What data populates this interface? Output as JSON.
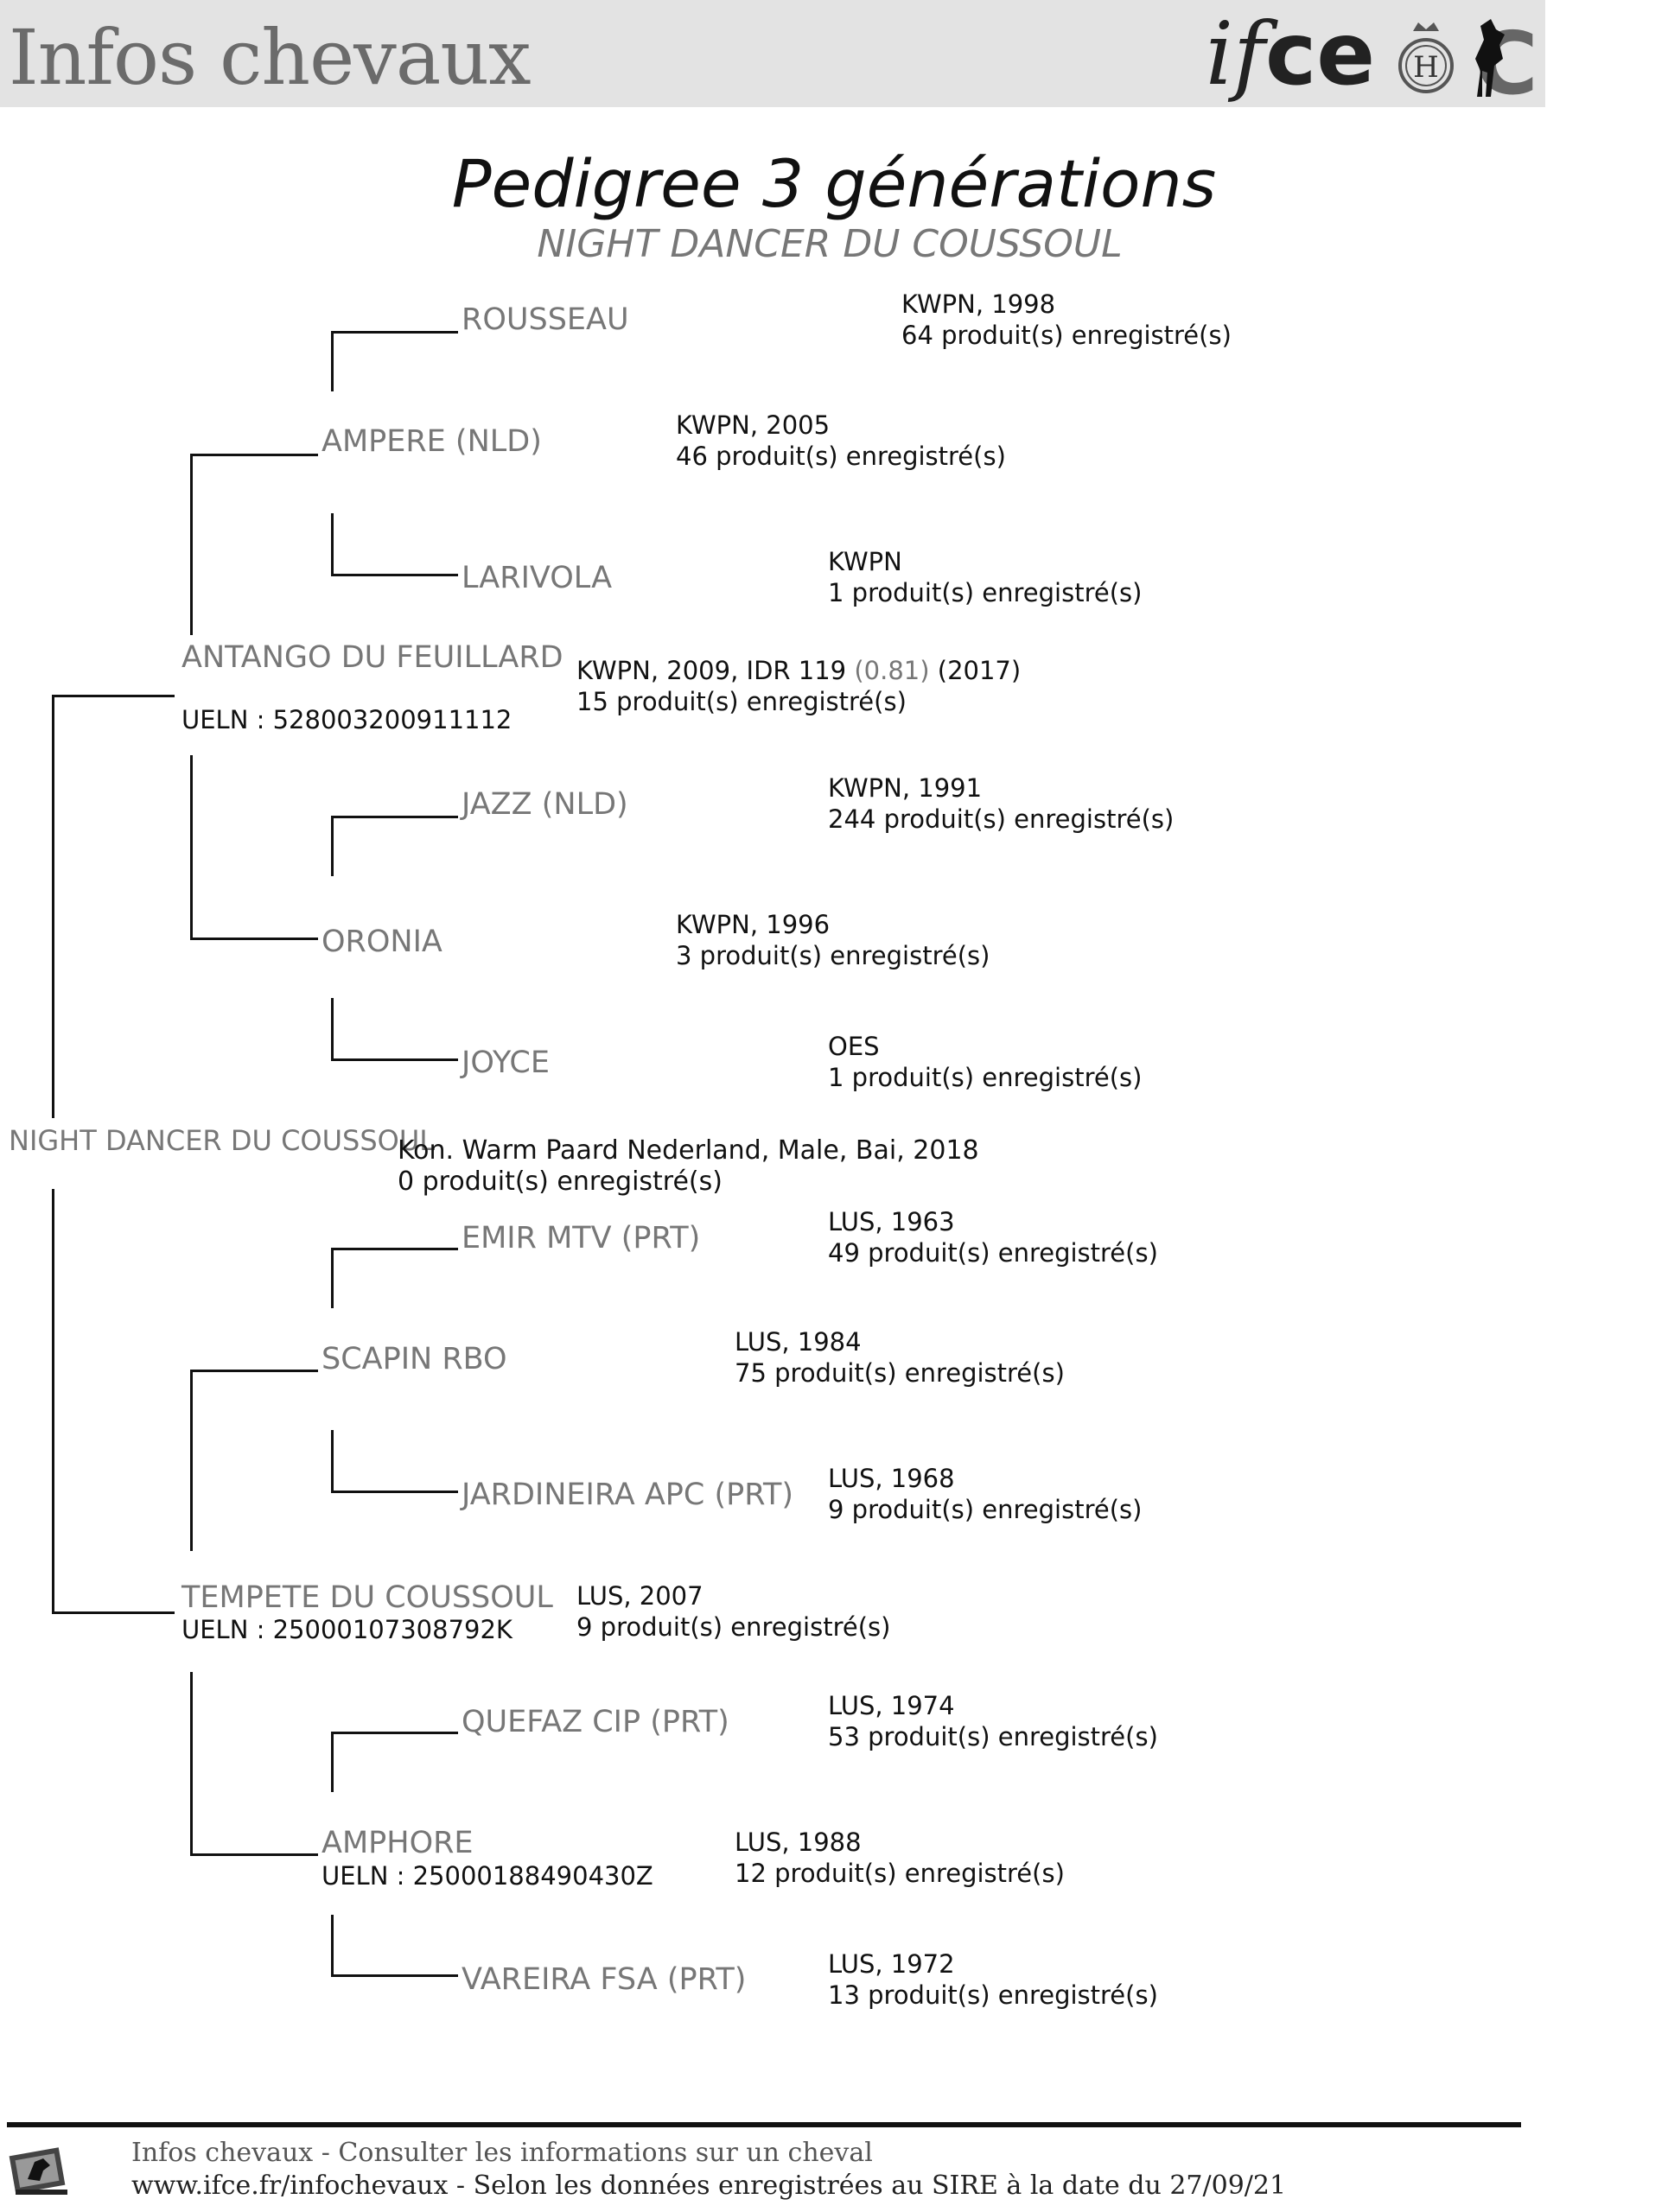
{
  "header": {
    "site_title": "Infos chevaux",
    "logo_text_prefix": "if",
    "logo_text_suffix": "ce",
    "logo_seal_letter": "H",
    "logo_mark_letter": "C"
  },
  "page": {
    "title": "Pedigree 3 générations",
    "subtitle": "NIGHT DANCER DU COUSSOUL"
  },
  "subject": {
    "name": "NIGHT DANCER DU COUSSOUL",
    "info_line1": "Kon. Warm Paard Nederland, Male, Bai, 2018",
    "info_line2": "0 produit(s) enregistré(s)"
  },
  "pedigree": {
    "sire": {
      "name": "ANTANGO DU FEUILLARD",
      "info_line1_pre": "KWPN, 2009, IDR 119 ",
      "info_line1_index": "(0.81)",
      "info_line1_post": " (2017)",
      "info_line2": "15 produit(s) enregistré(s)",
      "ueln": "UELN : 528003200911112"
    },
    "sire_sire": {
      "name": "AMPERE (NLD)",
      "info_line1": "KWPN, 2005",
      "info_line2": "46 produit(s) enregistré(s)"
    },
    "sire_sire_sire": {
      "name": "ROUSSEAU",
      "info_line1": "KWPN, 1998",
      "info_line2": "64 produit(s) enregistré(s)"
    },
    "sire_sire_dam": {
      "name": "LARIVOLA",
      "info_line1": "KWPN",
      "info_line2": "1 produit(s) enregistré(s)"
    },
    "sire_dam": {
      "name": "ORONIA",
      "info_line1": "KWPN, 1996",
      "info_line2": "3 produit(s) enregistré(s)"
    },
    "sire_dam_sire": {
      "name": "JAZZ (NLD)",
      "info_line1": "KWPN, 1991",
      "info_line2": "244 produit(s) enregistré(s)"
    },
    "sire_dam_dam": {
      "name": "JOYCE",
      "info_line1": "OES",
      "info_line2": "1 produit(s) enregistré(s)"
    },
    "dam": {
      "name": "TEMPETE DU COUSSOUL",
      "info_line1": "LUS, 2007",
      "info_line2": "9 produit(s) enregistré(s)",
      "ueln": "UELN : 25000107308792K"
    },
    "dam_sire": {
      "name": "SCAPIN RBO",
      "info_line1": "LUS, 1984",
      "info_line2": "75 produit(s) enregistré(s)"
    },
    "dam_sire_sire": {
      "name": "EMIR MTV (PRT)",
      "info_line1": "LUS, 1963",
      "info_line2": "49 produit(s) enregistré(s)"
    },
    "dam_sire_dam": {
      "name": "JARDINEIRA APC (PRT)",
      "info_line1": "LUS, 1968",
      "info_line2": "9 produit(s) enregistré(s)"
    },
    "dam_dam": {
      "name": "AMPHORE",
      "info_line1": "LUS, 1988",
      "info_line2": "12 produit(s) enregistré(s)",
      "ueln": "UELN : 25000188490430Z"
    },
    "dam_dam_sire": {
      "name": "QUEFAZ CIP (PRT)",
      "info_line1": "LUS, 1974",
      "info_line2": "53 produit(s) enregistré(s)"
    },
    "dam_dam_dam": {
      "name": "VAREIRA FSA (PRT)",
      "info_line1": "LUS, 1972",
      "info_line2": "13 produit(s) enregistré(s)"
    }
  },
  "footer": {
    "line1": "Infos chevaux - Consulter les informations sur un cheval",
    "line2": "www.ifce.fr/infochevaux - Selon les données enregistrées au SIRE à la date du 27/09/21"
  },
  "colors": {
    "header_bg": "#e3e3e3",
    "name_gray": "#777777",
    "text_black": "#111111"
  }
}
